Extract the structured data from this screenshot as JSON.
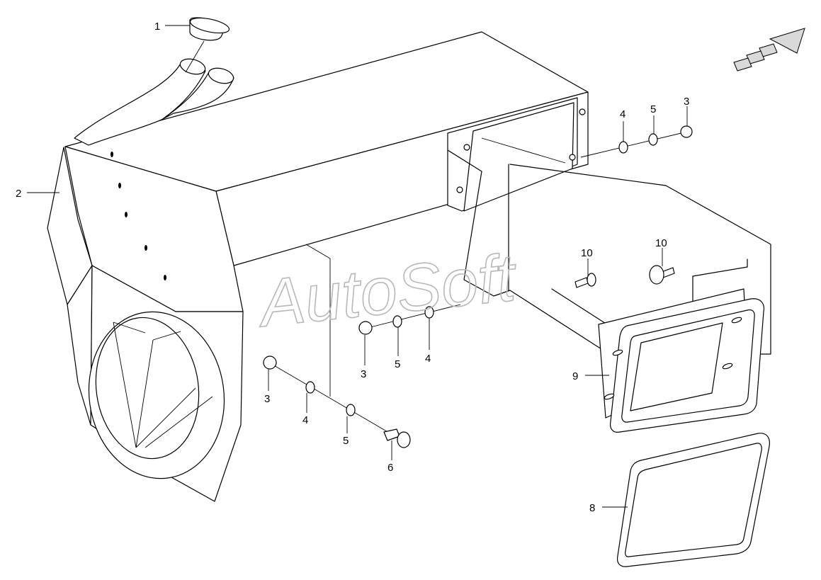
{
  "diagram": {
    "watermark": "AutoSoft",
    "callouts": {
      "c1": "1",
      "c2": "2",
      "c3a": "3",
      "c3b": "3",
      "c3c": "3",
      "c4a": "4",
      "c4b": "4",
      "c4c": "4",
      "c5a": "5",
      "c5b": "5",
      "c5c": "5",
      "c6": "6",
      "c8": "8",
      "c9": "9",
      "c10a": "10",
      "c10b": "10"
    },
    "colors": {
      "line": "#000000",
      "watermark": "#b8b8b8",
      "direction_arrow": "#9a9a9a"
    }
  }
}
